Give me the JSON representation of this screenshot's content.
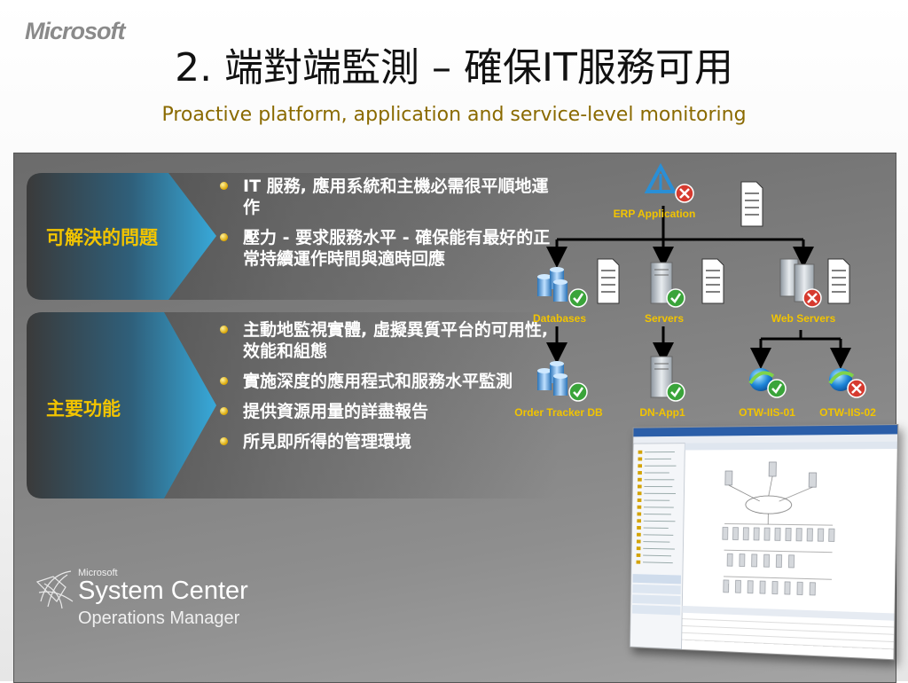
{
  "header": {
    "brand": "Microsoft",
    "title": "2. 端對端監測 – 確保IT服務可用",
    "subtitle": "Proactive platform, application and service-level monitoring"
  },
  "sections": [
    {
      "label": "可解決的問題",
      "bullets": [
        "IT 服務, 應用系統和主機必需很平順地運作",
        "壓力 - 要求服務水平 - 確保能有最好的正常持續運作時間與適時回應"
      ]
    },
    {
      "label": "主要功能",
      "bullets": [
        "主動地監視實體, 虛擬異質平台的可用性, 效能和組態",
        "實施深度的應用程式和服務水平監測",
        "提供資源用量的詳盡報告",
        "所見即所得的管理環境"
      ]
    }
  ],
  "diagram": {
    "root": {
      "label": "ERP Application",
      "status": "error"
    },
    "tier1": [
      {
        "label": "Databases",
        "status": "ok"
      },
      {
        "label": "Servers",
        "status": "ok"
      },
      {
        "label": "Web Servers",
        "status": "error"
      }
    ],
    "tier2": [
      {
        "label": "Order Tracker DB",
        "status": "ok"
      },
      {
        "label": "DN-App1",
        "status": "ok"
      },
      {
        "label": "OTW-IIS-01",
        "status": "ok"
      },
      {
        "label": "OTW-IIS-02",
        "status": "error"
      }
    ]
  },
  "product": {
    "vendor": "Microsoft",
    "name": "System Center",
    "edition": "Operations Manager"
  },
  "colors": {
    "accent_yellow": "#f2c400",
    "subtitle_gold": "#8a6a00",
    "ok_green": "#3aa43a",
    "error_red": "#d63a2f",
    "link_blue": "#1a74c6"
  }
}
